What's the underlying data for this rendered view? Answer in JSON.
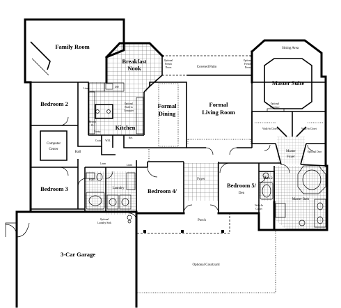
{
  "rooms": {
    "family_room": "Family Room",
    "breakfast_nook_line1": "Breakfast",
    "breakfast_nook_line2": "Nook",
    "bedroom2": "Bedroom 2",
    "kitchen": "Kitchen",
    "formal_dining_line1": "Formal",
    "formal_dining_line2": "Dining",
    "formal_living_line1": "Formal",
    "formal_living_line2": "Living Room",
    "master_suite": "Master Suite",
    "sitting_area": "Sitting Area",
    "covered_patio": "Covered Patio",
    "computer_center_line1": "Computer",
    "computer_center_line2": "Center",
    "hall": "Hall",
    "bedroom3": "Bedroom 3",
    "bath3": "Bath 3",
    "laundry": "Laundry",
    "bedroom4": "Bedroom 4/",
    "foyer": "Foyer",
    "bedroom5": "Bedroom 5/",
    "den": "Den",
    "bath2": "Bath 2",
    "master_foyer_line1": "Master",
    "master_foyer_line2": "Foyer",
    "master_bath": "Master Bath",
    "porch": "Porch",
    "garage": "3-Car Garage",
    "optional_courtyard": "Optional Courtyard",
    "walk_in_closet_left": "Walk-In Closet",
    "walk_in_closet_right": "Walk-In Closet"
  },
  "notes": {
    "optional_french_doors_left_1": "Optional",
    "optional_french_doors_left_2": "French",
    "optional_french_doors_left_3": "Doors",
    "optional_french_doors_right_1": "Optional",
    "optional_french_doors_right_2": "French",
    "optional_french_doors_right_3": "Doors",
    "optional_fireplace_1": "Optional",
    "optional_fireplace_2": "Fireplace",
    "optional_door": "Optional Door",
    "optional_built_in_computer_1": "Optional",
    "optional_built_in_computer_2": "Built-in",
    "optional_built_in_computer_3": "Computer",
    "optional_laundry_sink_1": "Optional",
    "optional_laundry_sink_2": "Laundry Sink",
    "walk_in_closet_bath_1": "Walk-In",
    "walk_in_closet_bath_2": "Closet",
    "dw": "DW",
    "ref": "Ref.",
    "linen": "Linen",
    "linen2": "Linen",
    "linen3": "Linen",
    "coats": "Coats",
    "pantry": "Pantry",
    "wh": "W.H.",
    "broom": "Broom",
    "cl": "Cl."
  }
}
